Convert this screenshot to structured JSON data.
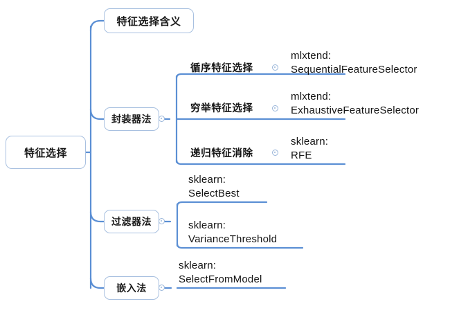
{
  "diagram": {
    "type": "mind-map",
    "title": "特征选择",
    "line_color": "#5b8fd4",
    "node_border_color": "#a8c0e0",
    "node_fill_color": "#ffffff",
    "text_color": "#141414",
    "background": "#ffffff"
  },
  "root": {
    "label": "特征选择"
  },
  "branches": [
    {
      "id": "meaning",
      "label": "特征选择含义",
      "children": []
    },
    {
      "id": "wrapper",
      "label": "封装器法",
      "children": [
        {
          "label": "循序特征选择",
          "detail_lib": "mlxtend:",
          "detail_api": "SequentialFeatureSelector"
        },
        {
          "label": "穷举特征选择",
          "detail_lib": "mlxtend:",
          "detail_api": "ExhaustiveFeatureSelector"
        },
        {
          "label": "递归特征消除",
          "detail_lib": "sklearn:",
          "detail_api": "RFE"
        }
      ]
    },
    {
      "id": "filter",
      "label": "过滤器法",
      "children": [
        {
          "label": "",
          "detail_lib": "sklearn:",
          "detail_api": "SelectBest"
        },
        {
          "label": "",
          "detail_lib": "sklearn:",
          "detail_api": "VarianceThreshold"
        }
      ]
    },
    {
      "id": "embedded",
      "label": "嵌入法",
      "children": [
        {
          "label": "",
          "detail_lib": "sklearn:",
          "detail_api": "SelectFromModel"
        }
      ]
    }
  ],
  "leaf_text": {
    "seq_cn": "循序特征选择",
    "seq_detail": "mlxtend:\nSequentialFeatureSelector",
    "exh_cn": "穷举特征选择",
    "exh_detail": "mlxtend:\nExhaustiveFeatureSelector",
    "rfe_cn": "递归特征消除",
    "rfe_detail": "sklearn:\nRFE",
    "selectbest_detail": "sklearn:\nSelectBest",
    "variance_detail": "sklearn:\nVarianceThreshold",
    "selectfrommodel_detail": "sklearn:\nSelectFromModel"
  }
}
